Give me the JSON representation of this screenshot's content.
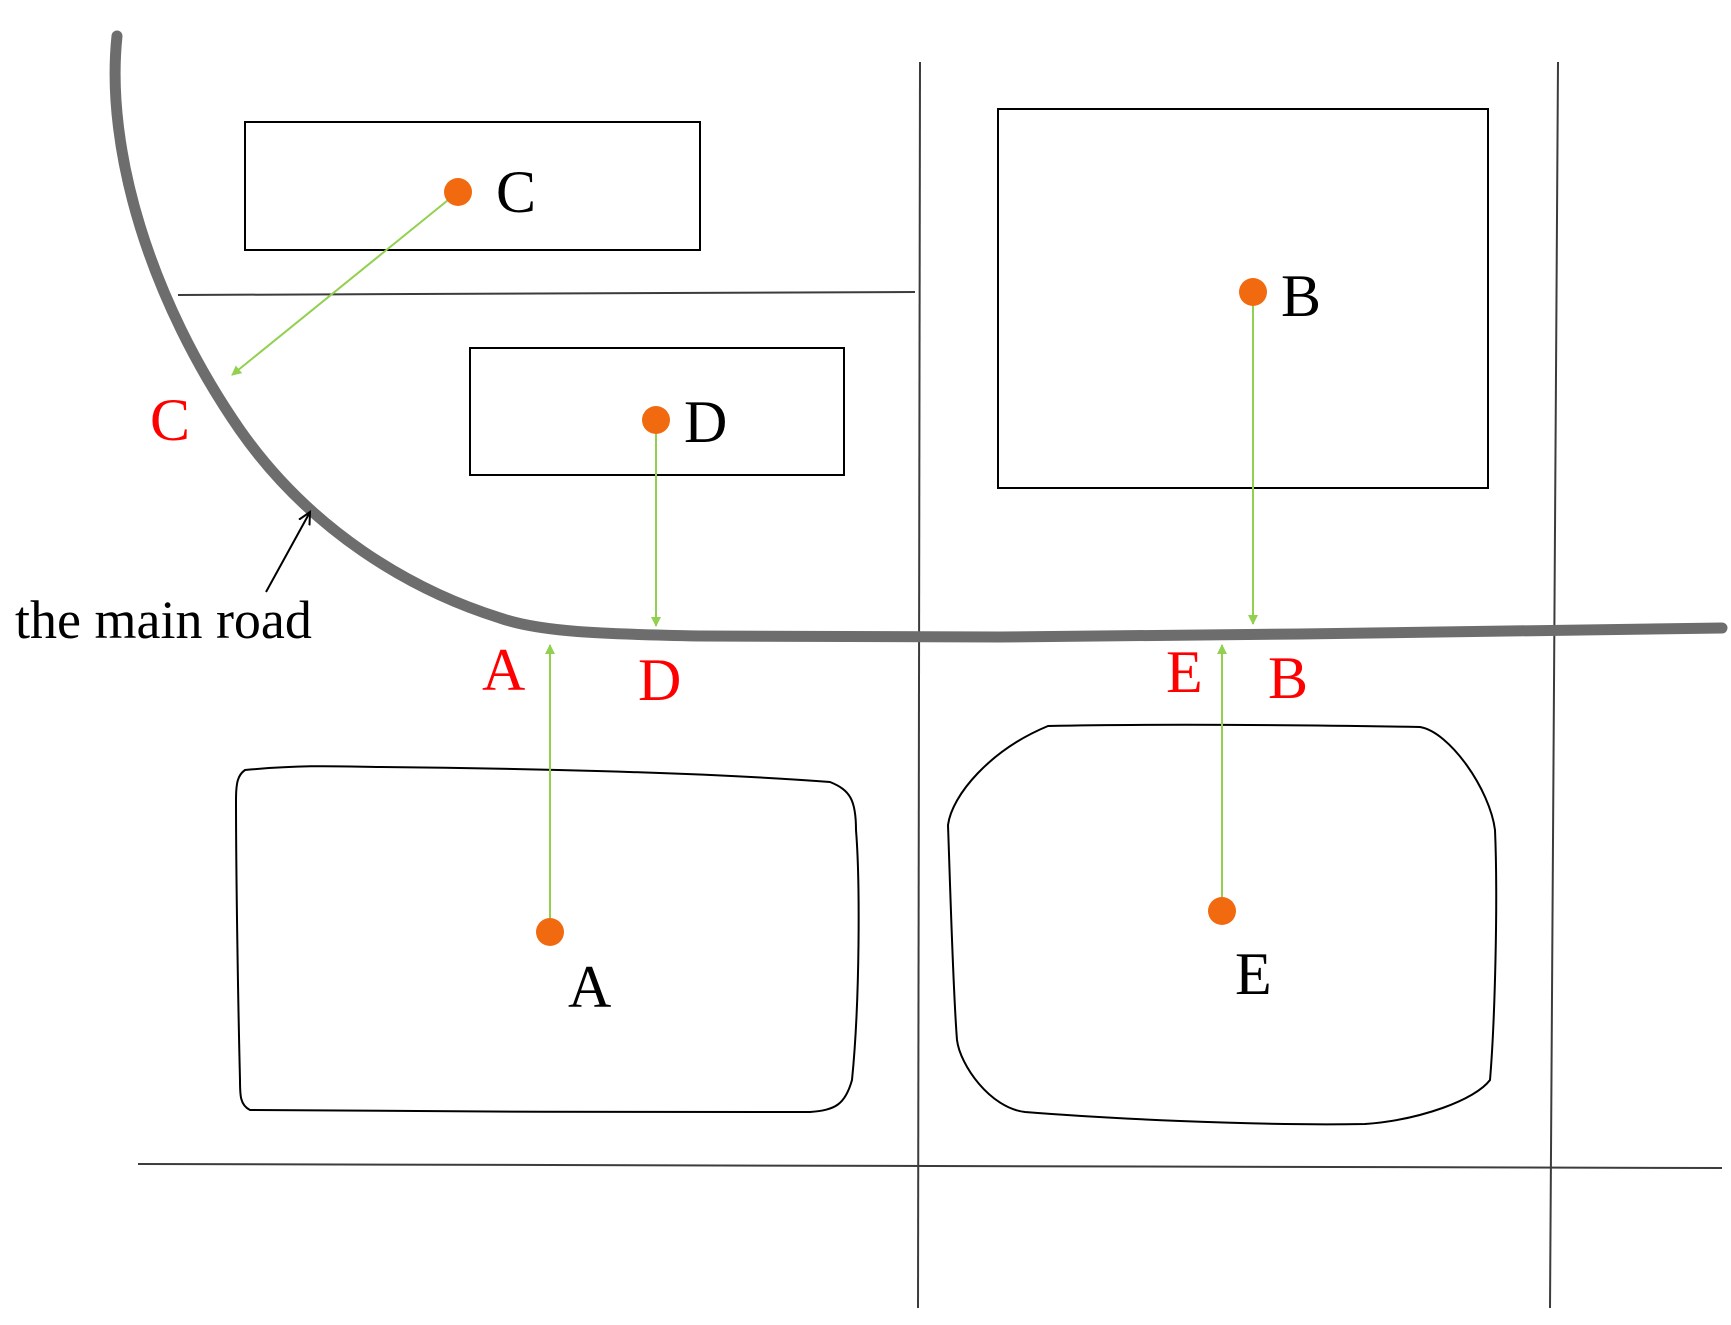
{
  "colors": {
    "main_road": "#6e6d6d",
    "street": "#3c3c3c",
    "outline": "#000000",
    "facility_point": "#f26a10",
    "access_arrow": "#92d050",
    "access_label": "#ff0000",
    "facility_label": "#000000"
  },
  "road_label": "the main road",
  "facilities": [
    {
      "id": "C",
      "label": "C",
      "access_label": "C"
    },
    {
      "id": "D",
      "label": "D",
      "access_label": "D"
    },
    {
      "id": "B",
      "label": "B",
      "access_label": "B"
    },
    {
      "id": "A",
      "label": "A",
      "access_label": "A"
    },
    {
      "id": "E",
      "label": "E",
      "access_label": "E"
    }
  ]
}
